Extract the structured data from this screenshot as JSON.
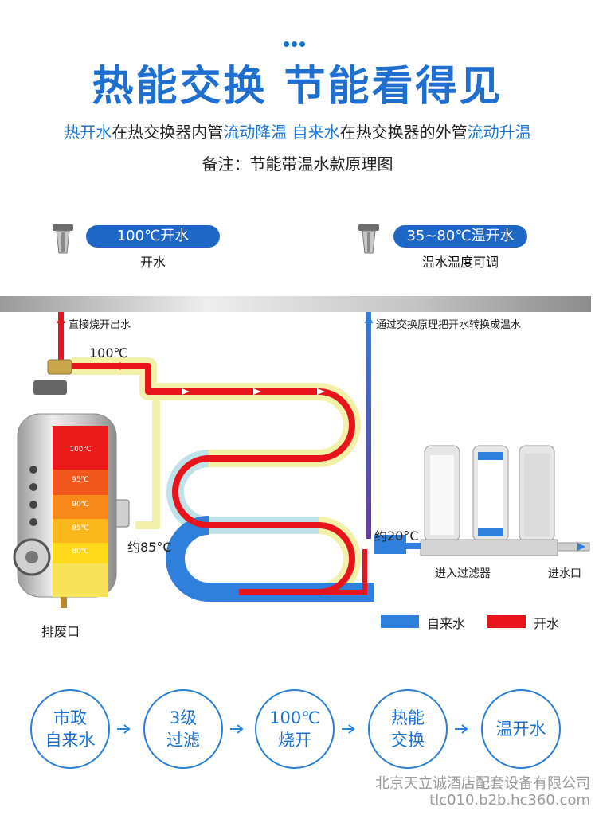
{
  "title": "热能交换  节能看得见",
  "subtitle": {
    "parts": [
      {
        "text": "热开水",
        "hl": true
      },
      {
        "text": "在热交换器内管",
        "hl": false
      },
      {
        "text": "流动降温",
        "hl": true
      },
      {
        "text": " ",
        "hl": false
      },
      {
        "text": "自来水",
        "hl": true
      },
      {
        "text": "在热交换器的外管",
        "hl": false
      },
      {
        "text": "流动升温",
        "hl": true
      }
    ]
  },
  "note": "备注：节能带温水款原理图",
  "taps": [
    {
      "pill": "100℃开水",
      "label": "开水"
    },
    {
      "pill": "35~80℃温开水",
      "label": "温水温度可调"
    }
  ],
  "diagram": {
    "left_pipe_note": "直接烧开出水",
    "right_pipe_note": "通过交换原理把开水转换成温水",
    "temp_out": "100℃",
    "temp_return": "约85°C",
    "temp_in": "约20°C",
    "tank_levels": [
      "100℃",
      "95℃",
      "90℃",
      "85℃",
      "80℃"
    ],
    "drain": "排废口",
    "filter_label": "进入过滤器",
    "inlet_label": "进水口"
  },
  "legend": [
    {
      "label": "自来水",
      "color": "#2f7fdc"
    },
    {
      "label": "开水",
      "color": "#e8141b"
    }
  ],
  "colors": {
    "blue": "#1e6fd0",
    "red": "#e8141b",
    "pale": "#f2f0a8"
  },
  "flow": [
    "市政\n自来水",
    "3级\n过滤",
    "100℃\n烧开",
    "热能\n交换",
    "温开水"
  ],
  "footer": {
    "company": "北京天立诚酒店配套设备有限公司",
    "site": "tlc010.b2b.hc360.com"
  }
}
